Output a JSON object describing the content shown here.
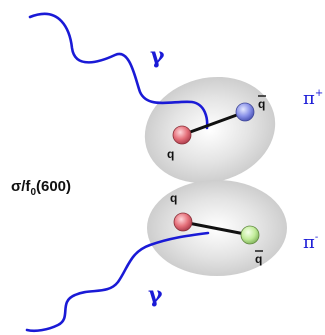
{
  "diagram": {
    "label_main": "σ/f",
    "label_main_sub": "0",
    "label_main_tail": "(600)",
    "photon_top": "γ",
    "photon_bottom": "γ",
    "pion_plus": "π",
    "pion_plus_sup": "+",
    "pion_minus": "π",
    "pion_minus_sup": "-",
    "quark": "q",
    "antiquark": "q",
    "colors": {
      "photon_line": "#1a1ad6",
      "quark_red": "#e0606a",
      "quark_blue": "#7c86e6",
      "quark_green": "#b8e890",
      "blob": "#d6d6d6"
    }
  }
}
